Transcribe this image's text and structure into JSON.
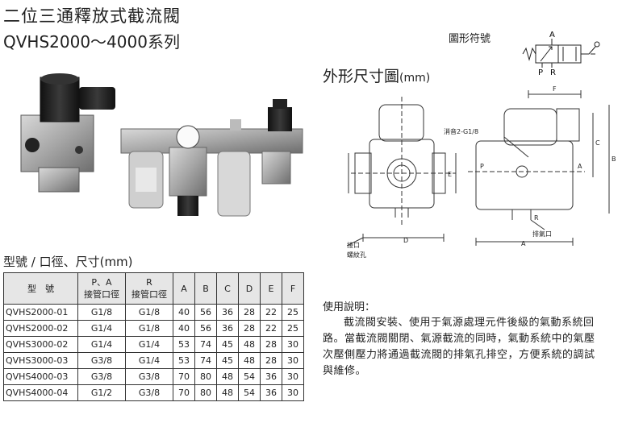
{
  "title": "二位三通釋放式截流閥",
  "series": "QVHS2000～4000系列",
  "symbol_label": "圖形符號",
  "symbol_ports": {
    "a": "A",
    "p": "P",
    "r": "R"
  },
  "dims_title": "外形尺寸圖",
  "dims_unit": "(mm)",
  "drawing_labels": {
    "manual_port": "消音2-G1/8",
    "exhaust_port": "排氣口",
    "connection": "接口",
    "mount_hole": "螺紋孔",
    "dim_a": "A",
    "dim_b": "B",
    "dim_c": "C",
    "dim_d": "D",
    "dim_e": "E",
    "dim_f": "F",
    "port_p": "P",
    "port_a": "A",
    "port_r": "R"
  },
  "table_title": "型號 / 口徑、尺寸(mm)",
  "table": {
    "headers": {
      "model": "型　號",
      "pa_top": "P、A",
      "pa_bottom": "接管口徑",
      "r_top": "R",
      "r_bottom": "接管口徑",
      "a": "A",
      "b": "B",
      "c": "C",
      "d": "D",
      "e": "E",
      "f": "F"
    },
    "rows": [
      {
        "model": "QVHS2000-01",
        "pa": "G1/8",
        "r": "G1/8",
        "a": "40",
        "b": "56",
        "c": "36",
        "d": "28",
        "e": "22",
        "f": "25"
      },
      {
        "model": "QVHS2000-02",
        "pa": "G1/4",
        "r": "G1/8",
        "a": "40",
        "b": "56",
        "c": "36",
        "d": "28",
        "e": "22",
        "f": "25"
      },
      {
        "model": "QVHS3000-02",
        "pa": "G1/4",
        "r": "G1/4",
        "a": "53",
        "b": "74",
        "c": "45",
        "d": "48",
        "e": "28",
        "f": "30"
      },
      {
        "model": "QVHS3000-03",
        "pa": "G3/8",
        "r": "G1/4",
        "a": "53",
        "b": "74",
        "c": "45",
        "d": "48",
        "e": "28",
        "f": "30"
      },
      {
        "model": "QVHS4000-03",
        "pa": "G3/8",
        "r": "G3/8",
        "a": "70",
        "b": "80",
        "c": "48",
        "d": "54",
        "e": "36",
        "f": "30"
      },
      {
        "model": "QVHS4000-04",
        "pa": "G1/2",
        "r": "G3/8",
        "a": "70",
        "b": "80",
        "c": "48",
        "d": "54",
        "e": "36",
        "f": "30"
      }
    ]
  },
  "usage_title": "使用說明：",
  "usage_body": "截流閥安裝、使用于氣源處理元件後級的氣動系統回路。當截流閥關閉、氣源截流的同時，氣動系統中的氣壓次壓側壓力將通過截流閥的排氣孔排空，方便系統的調試與維修。"
}
